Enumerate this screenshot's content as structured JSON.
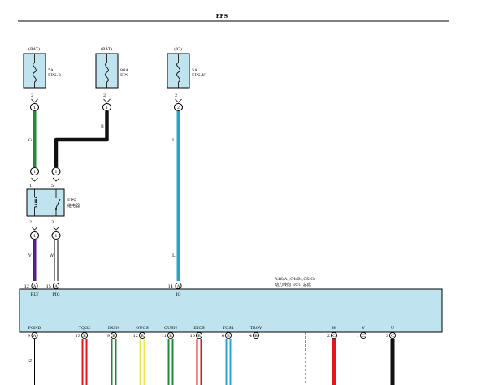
{
  "title": "EPS",
  "fuses": [
    {
      "source": "(BAT)",
      "rating": "5A",
      "name": "EPS-B",
      "pin_top": "2",
      "conn_no": "1"
    },
    {
      "source": "(BAT)",
      "rating": "80A",
      "name": "EPS",
      "pin_top": "2",
      "conn_no": "1"
    },
    {
      "source": "(IG)",
      "rating": "5A",
      "name": "EPS-IG",
      "pin_top": "2",
      "conn_no": "2"
    }
  ],
  "wire_codes": {
    "g1": "G",
    "b1": "B",
    "l1": "L",
    "v1": "V",
    "w1": "W",
    "l2": "L",
    "g2": "G"
  },
  "relay": {
    "name_line1": "EPS",
    "name_line2": "继电器",
    "conn_left_top": "1",
    "conn_right_top": "1",
    "pin1": "1",
    "pin5": "5",
    "pin2": "2",
    "pin3": "3",
    "conn_left_bot": "1",
    "conn_right_bot": "1"
  },
  "ecu": {
    "connectors": "A16(A),C4(B),C5(C)",
    "name": "动力转向 ECU 总成",
    "top_pins": [
      {
        "num": "12",
        "letter": "A",
        "label": "RLY"
      },
      {
        "num": "15",
        "letter": "A",
        "label": "PIG"
      },
      {
        "num": "14",
        "letter": "A",
        "label": "IG"
      }
    ],
    "bottom_pins": [
      {
        "num": "9",
        "letter": "A",
        "label": "PGND"
      },
      {
        "num": "13",
        "letter": "B",
        "label": "TQG2"
      },
      {
        "num": "9",
        "letter": "B",
        "label": "INSN"
      },
      {
        "num": "12",
        "letter": "B",
        "label": "OUCS"
      },
      {
        "num": "11",
        "letter": "B",
        "label": "OUSN"
      },
      {
        "num": "10",
        "letter": "B",
        "label": "INCS"
      },
      {
        "num": "6",
        "letter": "B",
        "label": "TQS1"
      },
      {
        "num": "4",
        "letter": "B",
        "label": "TRQV"
      },
      {
        "num": "2",
        "letter": "C",
        "label": "W"
      },
      {
        "num": "1",
        "letter": "C",
        "label": "V"
      },
      {
        "num": "3",
        "letter": "C",
        "label": "U"
      }
    ]
  },
  "colors": {
    "green": "#1f8a3a",
    "black": "#111111",
    "blue": "#2aa5c9",
    "purple": "#5a1e8c",
    "white_wire": "#ffffff",
    "red": "#e3161b",
    "yellow": "#ece84a",
    "box_fill": "#bfe3ef"
  }
}
